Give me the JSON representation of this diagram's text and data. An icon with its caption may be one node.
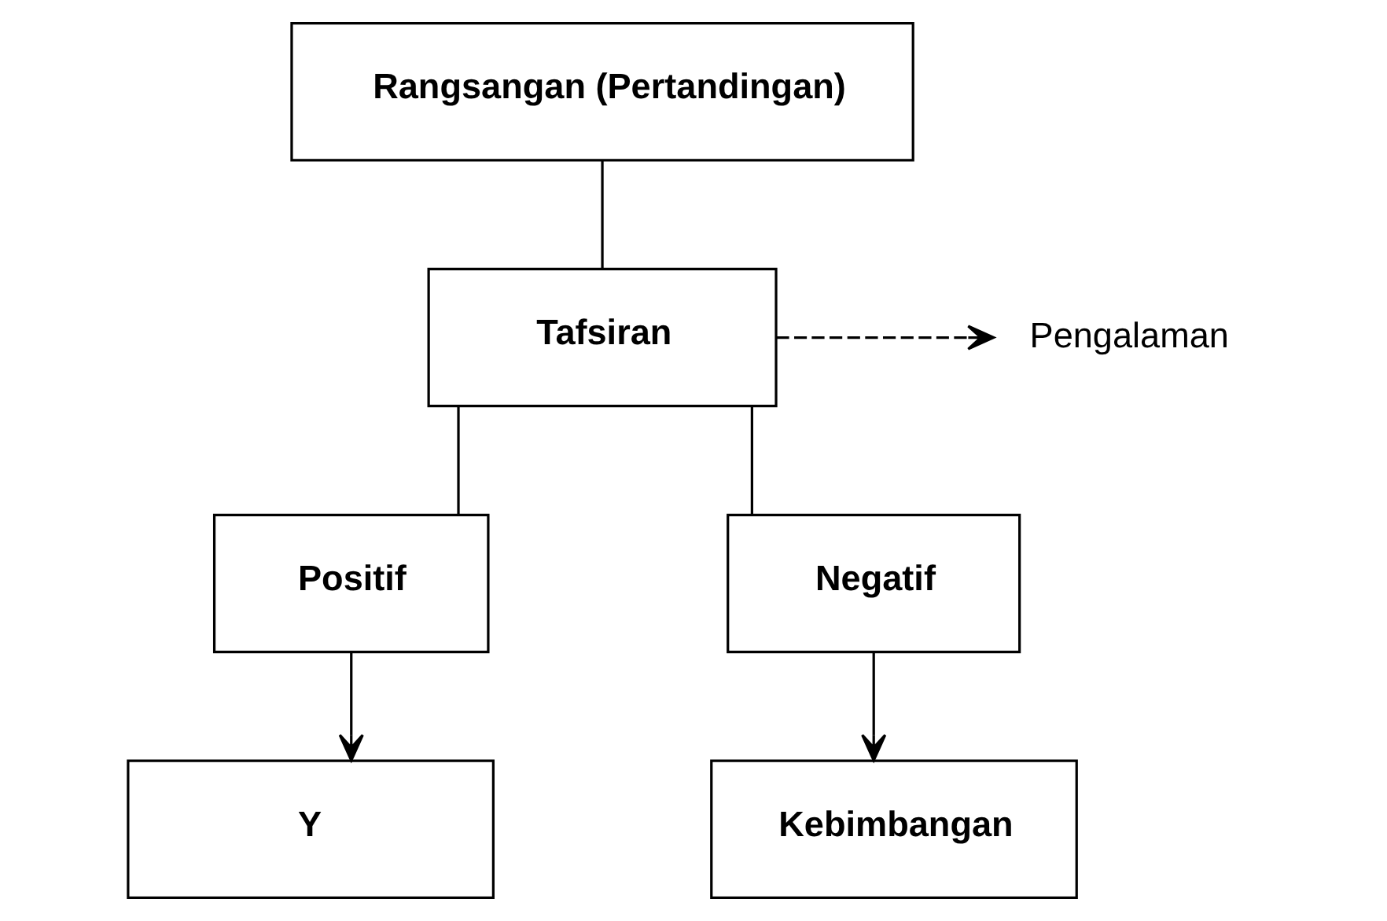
{
  "diagram": {
    "nodes": [
      {
        "text": [
          "Rangsangan (Pertandingan)"
        ]
      },
      {
        "text": [
          "Tafsiran"
        ]
      },
      {
        "text": [
          "Pengalaman"
        ]
      },
      {
        "text": [
          "Positif"
        ]
      },
      {
        "text": [
          "Negatif"
        ]
      },
      {
        "text": [
          "Y"
        ]
      },
      {
        "text": [
          "Kebimbangan"
        ]
      }
    ],
    "edges": [
      {
        "from": 0,
        "to": 1,
        "arrow": "none"
      },
      {
        "from": 1,
        "to": 2,
        "arrow": "to",
        "style": "dashed"
      },
      {
        "from": 1,
        "to": 3,
        "arrow": "none"
      },
      {
        "from": 1,
        "to": 4,
        "arrow": "none"
      },
      {
        "from": 3,
        "to": 5,
        "arrow": "to"
      },
      {
        "from": 4,
        "to": 6,
        "arrow": "to"
      }
    ]
  }
}
